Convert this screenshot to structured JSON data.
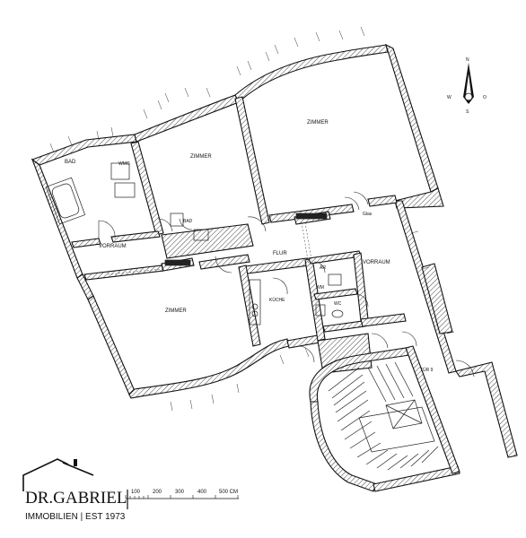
{
  "rooms": {
    "zimmer_top": "ZIMMER",
    "zimmer_mid": "ZIMMER",
    "zimmer_bottom": "ZIMMER",
    "bad_left": "BAD",
    "bad_small": "BAD",
    "vorraum_left": "VORRAUM",
    "vorraum_right": "VORRAUM",
    "flur": "FLUR",
    "kueche": "KÜCHE",
    "wc": "WC",
    "ar": "AR",
    "wm": "WM",
    "wmc": "WMC",
    "glas": "Glas",
    "tuer": "TÜR 9"
  },
  "compass": {
    "n": "N",
    "s": "S",
    "w": "W",
    "o": "O"
  },
  "scale": {
    "ticks": [
      "100",
      "200",
      "300",
      "400",
      "500 CM"
    ]
  },
  "logo": {
    "name": "DR.GABRIEL",
    "subtitle": "IMMOBILIEN | EST 1973"
  }
}
